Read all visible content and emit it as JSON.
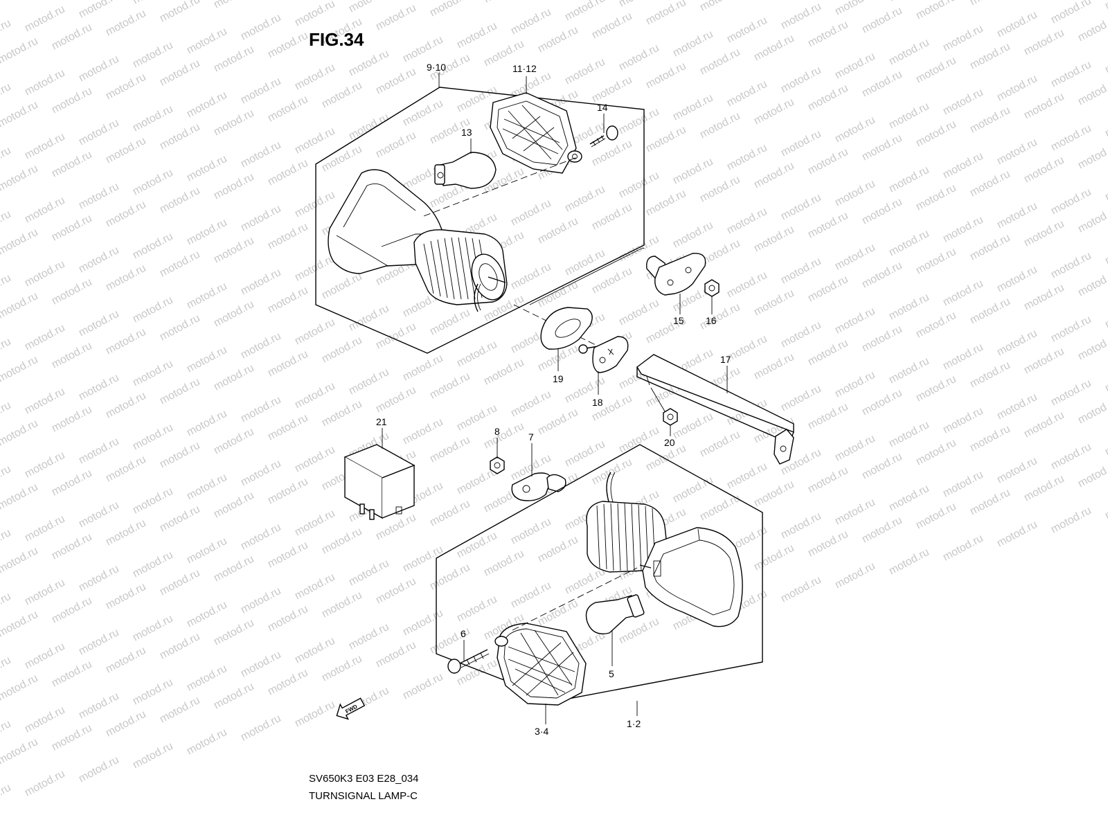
{
  "figure": {
    "title": "FIG.34",
    "model_code": "SV650K3 E03 E28_034",
    "caption": "TURNSIGNAL LAMP-C",
    "watermark": "motod.ru",
    "fwd_label": "FWD"
  },
  "callouts": {
    "c1_2": "1·2",
    "c3_4": "3·4",
    "c5": "5",
    "c6": "6",
    "c7": "7",
    "c8": "8",
    "c9_10": "9·10",
    "c11_12": "11·12",
    "c13": "13",
    "c14": "14",
    "c15": "15",
    "c16": "16",
    "c17": "17",
    "c18": "18",
    "c19": "19",
    "c20": "20",
    "c21": "21"
  },
  "colors": {
    "line": "#000000",
    "watermark": "#c8c8c8",
    "background": "#ffffff"
  }
}
